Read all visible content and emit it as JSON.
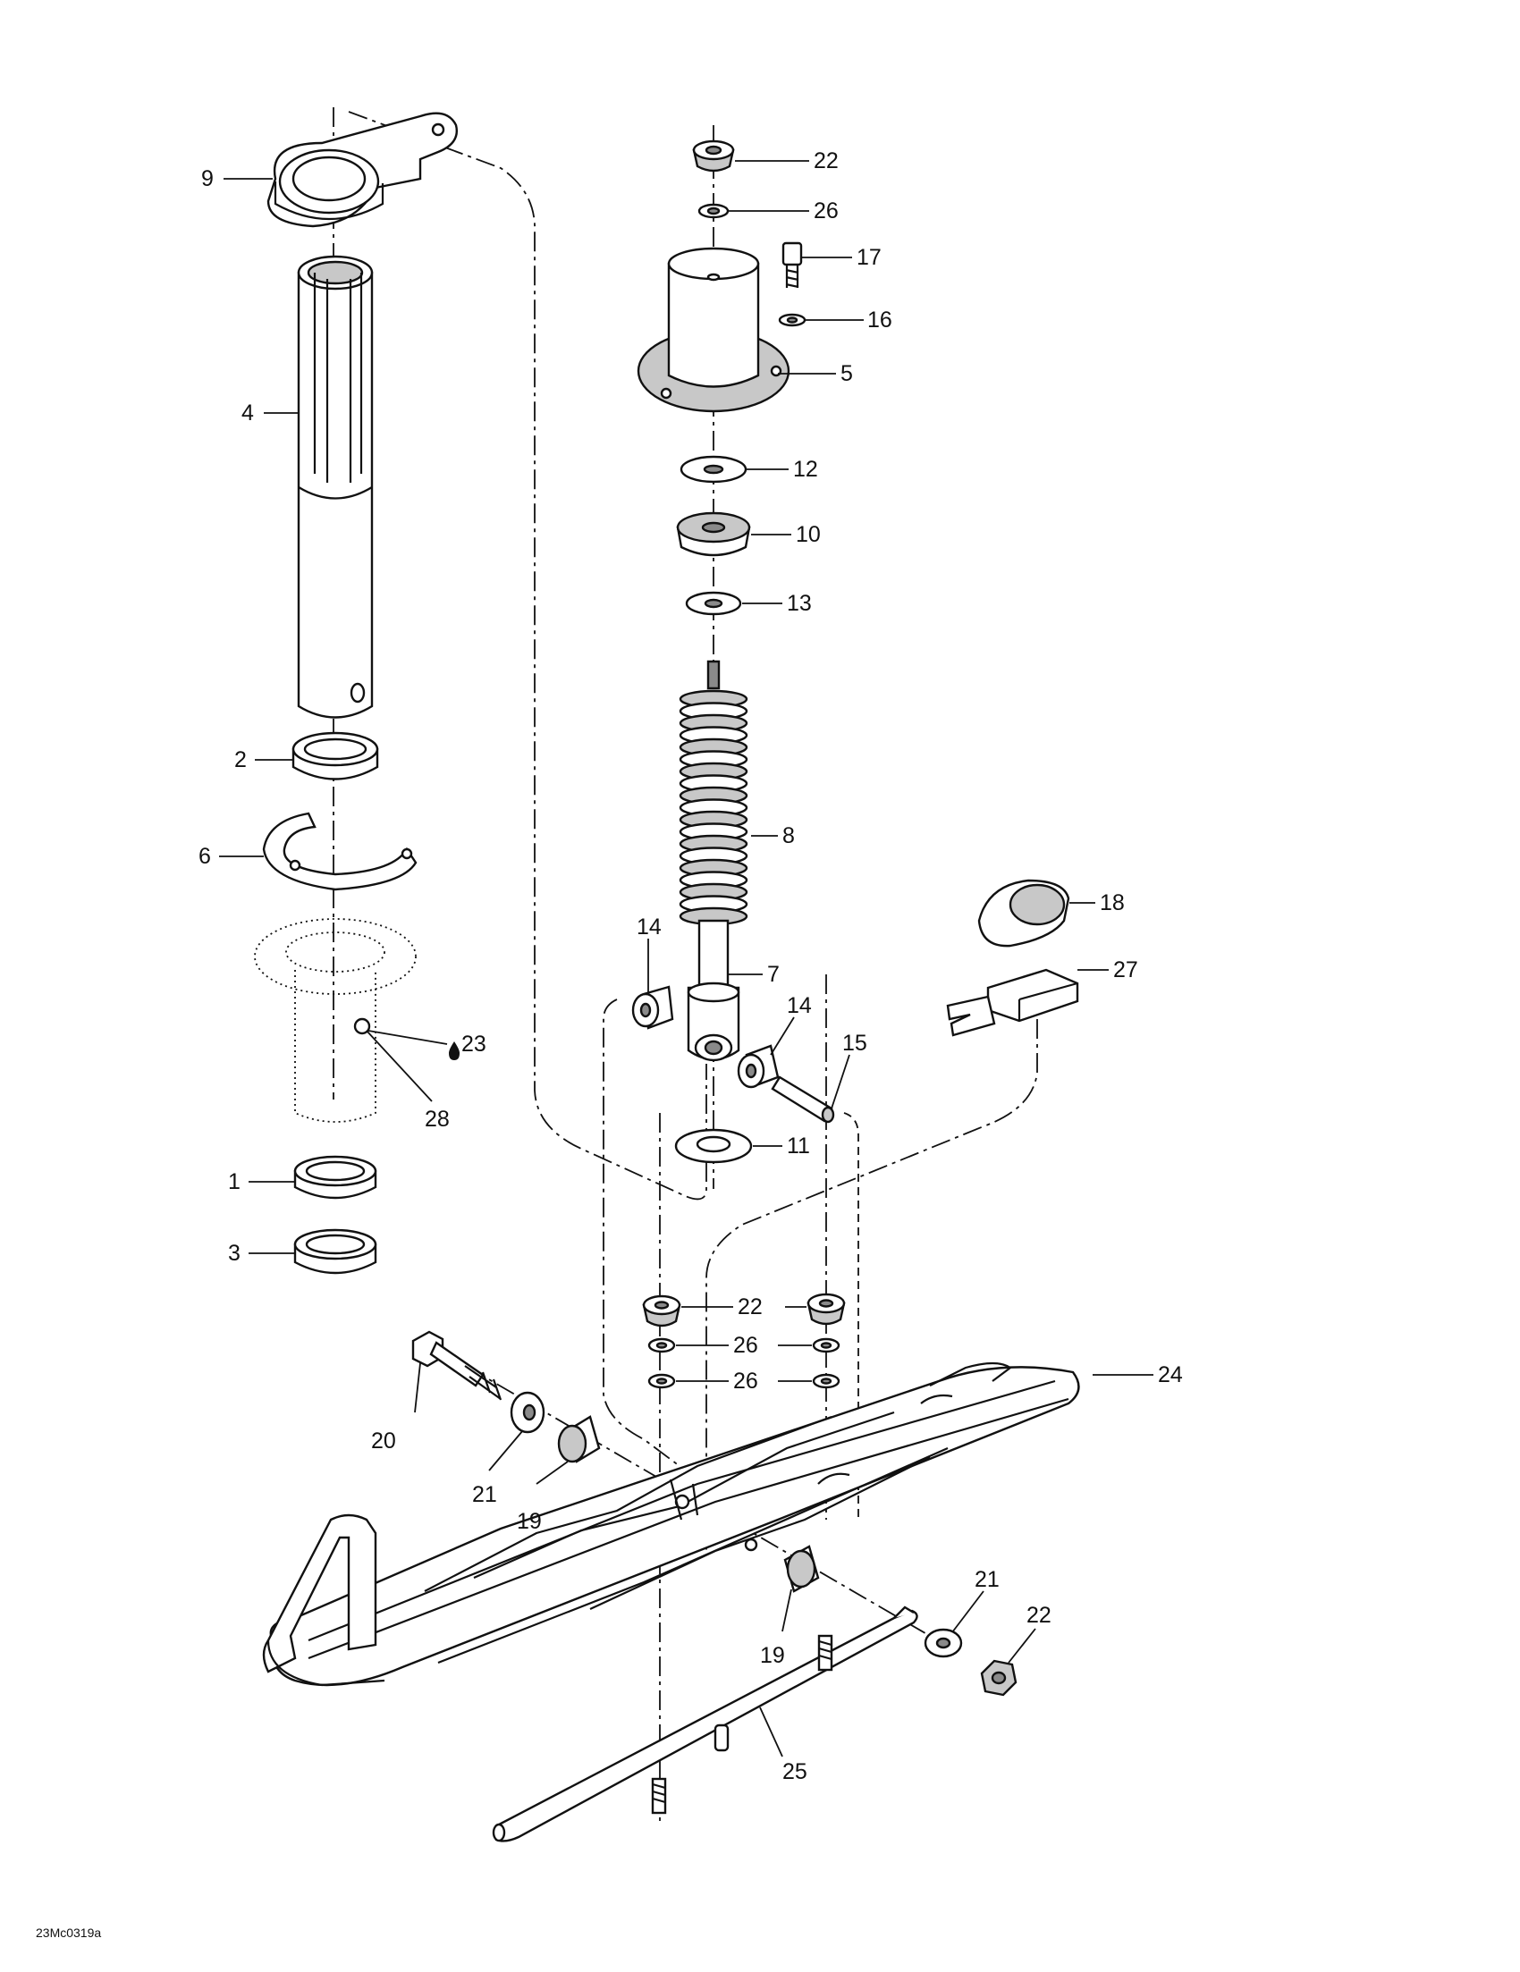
{
  "drawing_ref": "23Mc0319a",
  "callouts": [
    {
      "id": "c9",
      "text": "9"
    },
    {
      "id": "c4",
      "text": "4"
    },
    {
      "id": "c2",
      "text": "2"
    },
    {
      "id": "c6",
      "text": "6"
    },
    {
      "id": "c28",
      "text": "28"
    },
    {
      "id": "c23",
      "text": "23"
    },
    {
      "id": "c1",
      "text": "1"
    },
    {
      "id": "c3",
      "text": "3"
    },
    {
      "id": "c22a",
      "text": "22"
    },
    {
      "id": "c26a",
      "text": "26"
    },
    {
      "id": "c17",
      "text": "17"
    },
    {
      "id": "c16",
      "text": "16"
    },
    {
      "id": "c5",
      "text": "5"
    },
    {
      "id": "c12",
      "text": "12"
    },
    {
      "id": "c10",
      "text": "10"
    },
    {
      "id": "c13",
      "text": "13"
    },
    {
      "id": "c8",
      "text": "8"
    },
    {
      "id": "c14a",
      "text": "14"
    },
    {
      "id": "c7",
      "text": "7"
    },
    {
      "id": "c14b",
      "text": "14"
    },
    {
      "id": "c15",
      "text": "15"
    },
    {
      "id": "c11",
      "text": "11"
    },
    {
      "id": "c18",
      "text": "18"
    },
    {
      "id": "c27",
      "text": "27"
    },
    {
      "id": "c22b",
      "text": "22"
    },
    {
      "id": "c26b",
      "text": "26"
    },
    {
      "id": "c26c",
      "text": "26"
    },
    {
      "id": "c24",
      "text": "24"
    },
    {
      "id": "c20",
      "text": "20"
    },
    {
      "id": "c21a",
      "text": "21"
    },
    {
      "id": "c19a",
      "text": "19"
    },
    {
      "id": "c19b",
      "text": "19"
    },
    {
      "id": "c21b",
      "text": "21"
    },
    {
      "id": "c22c",
      "text": "22"
    },
    {
      "id": "c25",
      "text": "25"
    }
  ]
}
